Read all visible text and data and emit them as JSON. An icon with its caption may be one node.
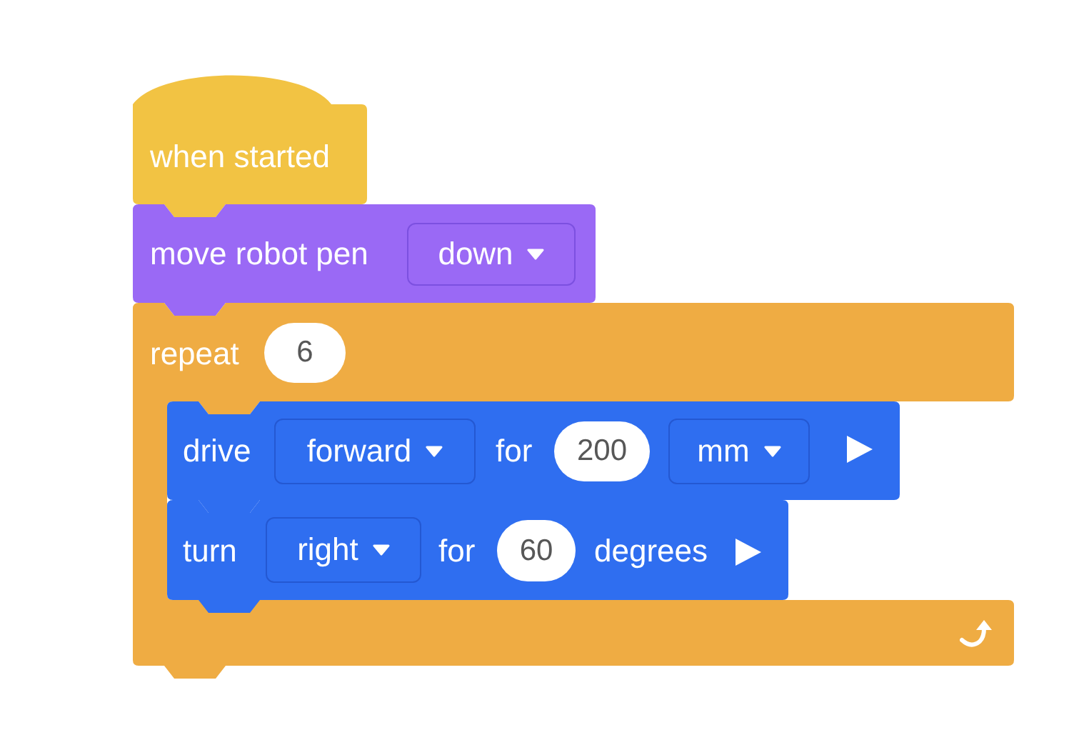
{
  "diagram": {
    "nodes": [
      {
        "text": [
          "when started"
        ]
      },
      {
        "text": [
          "move robot pen"
        ]
      },
      {
        "text": [
          "down"
        ],
        "in": 1
      },
      {
        "text": [
          "repeat"
        ]
      },
      {
        "text": [
          "6"
        ],
        "in": 3
      },
      {
        "text": [
          "drive",
          "for"
        ],
        "in": 3
      },
      {
        "text": [
          "forward"
        ],
        "in": 5
      },
      {
        "text": [
          "200"
        ],
        "in": 5
      },
      {
        "text": [
          "mm"
        ],
        "in": 5
      },
      {
        "text": [
          "turn",
          "for",
          "degrees"
        ],
        "in": 3
      },
      {
        "text": [
          "right"
        ],
        "in": 9
      },
      {
        "text": [
          "60"
        ],
        "in": 9
      }
    ]
  }
}
